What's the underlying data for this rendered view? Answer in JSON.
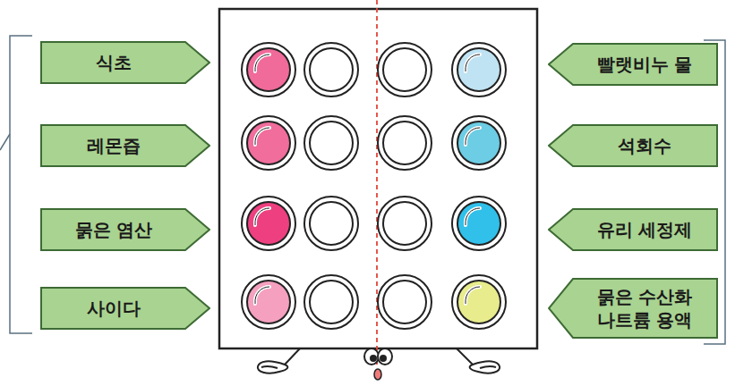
{
  "diagram": {
    "nodes": [
      {
        "text": [
          "식초"
        ]
      },
      {
        "text": [
          "레몬즙"
        ]
      },
      {
        "text": [
          "묽은 염산"
        ]
      },
      {
        "text": [
          "사이다"
        ]
      },
      {
        "text": [
          "빨랫비누 물"
        ]
      },
      {
        "text": [
          "석회수"
        ]
      },
      {
        "text": [
          "유리 세정제"
        ]
      },
      {
        "text": [
          "묽은 수산화 나트륨 용액"
        ]
      }
    ]
  }
}
